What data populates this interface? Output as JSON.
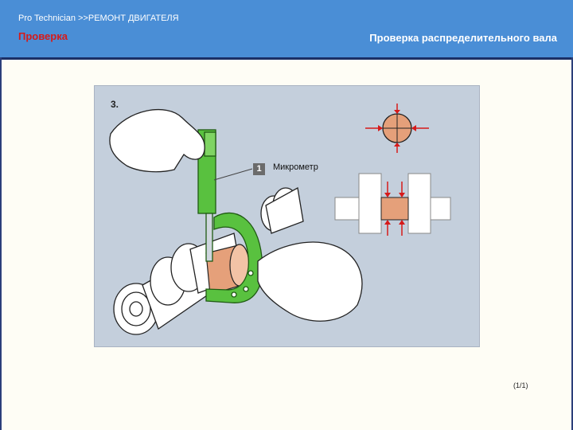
{
  "header": {
    "breadcrumb": "Pro Technician >>РЕМОНТ ДВИГАТЕЛЯ",
    "section": "Проверка",
    "title": "Проверка распределительного вала",
    "bg_color": "#4a8ed6",
    "section_color": "#d61a1a"
  },
  "figure": {
    "step": "3.",
    "callout_number": "1",
    "callout_label": "Микрометр",
    "micrometer_color": "#59c13f",
    "journal_color": "#e5a07a"
  },
  "footer": {
    "pager": "(1/1)"
  }
}
